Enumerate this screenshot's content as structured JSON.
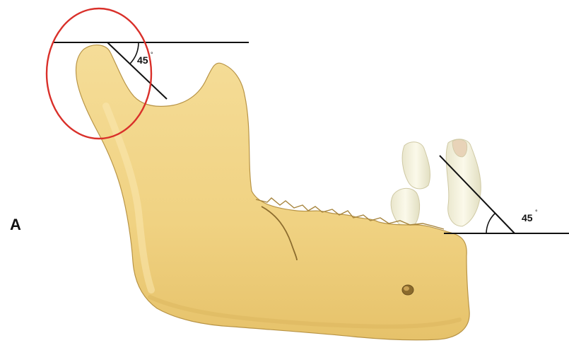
{
  "figure": {
    "panel_label": "A",
    "condyle_angle": {
      "value": "45",
      "unit": "°"
    },
    "incisor_angle": {
      "value": "45",
      "unit": "°"
    }
  },
  "colors": {
    "bone_fill": "#f1d58a",
    "bone_shadow": "#d9b45c",
    "bone_outline": "#b89446",
    "tooth_fill": "#f4f1dc",
    "reference_line": "#111111",
    "highlight_circle": "#d9302a"
  },
  "subject": "mandible-lateral-view"
}
